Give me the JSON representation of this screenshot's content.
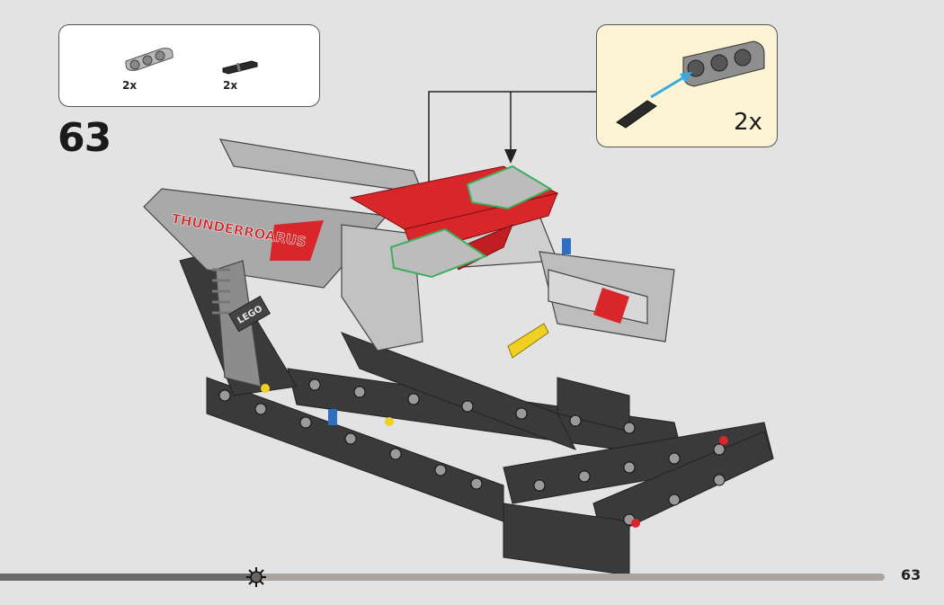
{
  "parts_list": {
    "items": [
      {
        "name": "beam-3-icon",
        "quantity": "2x"
      },
      {
        "name": "friction-pin-icon",
        "quantity": "2x"
      }
    ]
  },
  "step": {
    "number": "63"
  },
  "callout": {
    "quantity": "2x"
  },
  "model": {
    "decal_text": "THUNDERROARUS",
    "brand_text": "LEGO"
  },
  "colors": {
    "background": "#e3e3e3",
    "callout_bg": "#fdf4d6",
    "accent_red": "#d8262b",
    "arrow_blue": "#3aa9e0",
    "highlight_green": "#3fae5a"
  },
  "progress": {
    "fraction": 0.29
  },
  "page": {
    "number": "63"
  }
}
